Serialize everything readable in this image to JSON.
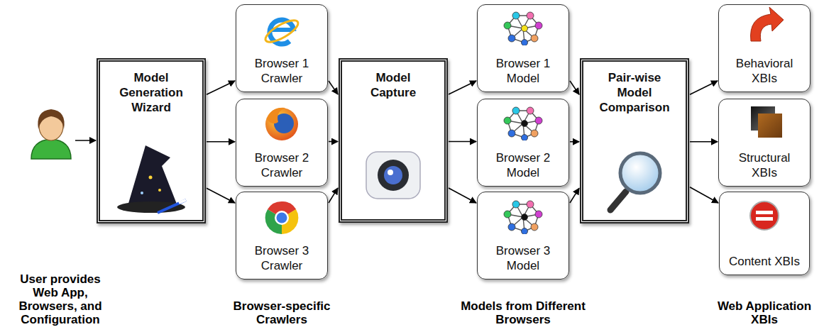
{
  "diagram": {
    "nodes": [
      {
        "text": [
          "Model Generation Wizard"
        ]
      },
      {
        "text": [
          "Browser 1 Crawler"
        ]
      },
      {
        "text": [
          "Browser 2 Crawler"
        ]
      },
      {
        "text": [
          "Browser 3 Crawler"
        ]
      },
      {
        "text": [
          "Model Capture"
        ]
      },
      {
        "text": [
          "Browser 1 Model"
        ]
      },
      {
        "text": [
          "Browser 2 Model"
        ]
      },
      {
        "text": [
          "Browser 3 Model"
        ]
      },
      {
        "text": [
          "Pair-wise Model Comparison"
        ]
      },
      {
        "text": [
          "Behavioral XBIs"
        ]
      },
      {
        "text": [
          "Structural XBIs"
        ]
      },
      {
        "text": [
          "Content XBIs"
        ]
      }
    ],
    "edges": [
      {
        "from": 0,
        "to": 1,
        "arrow": "to"
      },
      {
        "from": 0,
        "to": 2,
        "arrow": "to"
      },
      {
        "from": 0,
        "to": 3,
        "arrow": "to"
      },
      {
        "from": 1,
        "to": 4,
        "arrow": "to"
      },
      {
        "from": 2,
        "to": 4,
        "arrow": "to"
      },
      {
        "from": 3,
        "to": 4,
        "arrow": "to"
      },
      {
        "from": 4,
        "to": 5,
        "arrow": "to"
      },
      {
        "from": 4,
        "to": 6,
        "arrow": "to"
      },
      {
        "from": 4,
        "to": 7,
        "arrow": "to"
      },
      {
        "from": 5,
        "to": 8,
        "arrow": "to"
      },
      {
        "from": 6,
        "to": 8,
        "arrow": "to"
      },
      {
        "from": 7,
        "to": 8,
        "arrow": "to"
      },
      {
        "from": 8,
        "to": 9,
        "arrow": "to"
      },
      {
        "from": 8,
        "to": 10,
        "arrow": "to"
      },
      {
        "from": 8,
        "to": 11,
        "arrow": "to"
      }
    ],
    "labels": [
      "User provides Web App, Browsers, and Configuration",
      "Browser-specific Crawlers",
      "Models from Different Browsers",
      "Web Application XBIs"
    ]
  }
}
